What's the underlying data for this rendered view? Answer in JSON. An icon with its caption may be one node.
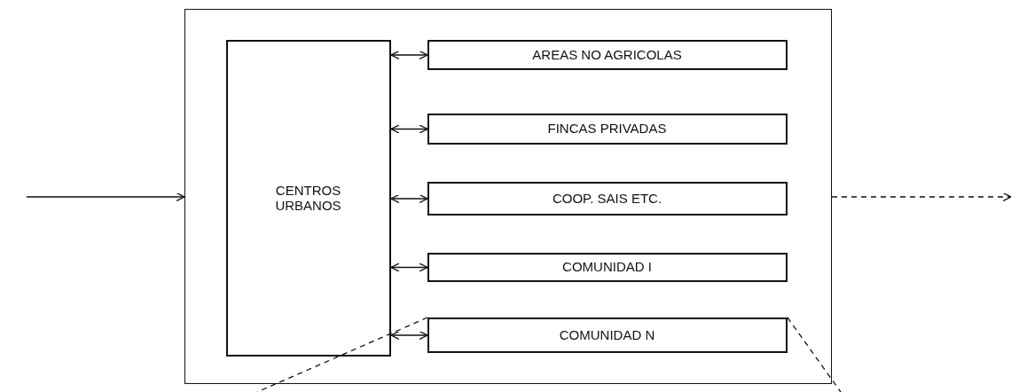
{
  "diagram": {
    "nodes": [
      {
        "text": [],
        "shape": "box"
      },
      {
        "text": [
          "CENTROS URBANOS"
        ],
        "in": 0
      },
      {
        "text": [
          "AREAS NO AGRICOLAS"
        ],
        "in": 0
      },
      {
        "text": [
          "FINCAS PRIVADAS"
        ],
        "in": 0
      },
      {
        "text": [
          "COOP. SAIS ETC."
        ],
        "in": 0
      },
      {
        "text": [
          "COMUNIDAD I"
        ],
        "in": 0
      },
      {
        "text": [
          "COMUNIDAD N"
        ],
        "in": 0
      }
    ],
    "edges": [
      {
        "from": null,
        "to": 0,
        "arrow": "to"
      },
      {
        "from": 1,
        "to": 2,
        "arrow": "both"
      },
      {
        "from": 1,
        "to": 3,
        "arrow": "both"
      },
      {
        "from": 1,
        "to": 4,
        "arrow": "both"
      },
      {
        "from": 1,
        "to": 5,
        "arrow": "both"
      },
      {
        "from": 1,
        "to": 6,
        "arrow": "both"
      },
      {
        "from": 0,
        "to": null,
        "arrow": "to",
        "style": "dashed"
      },
      {
        "from": 6,
        "to": null,
        "arrow": "none",
        "style": "dashed"
      },
      {
        "from": 6,
        "to": null,
        "arrow": "none",
        "style": "dashed"
      }
    ]
  }
}
